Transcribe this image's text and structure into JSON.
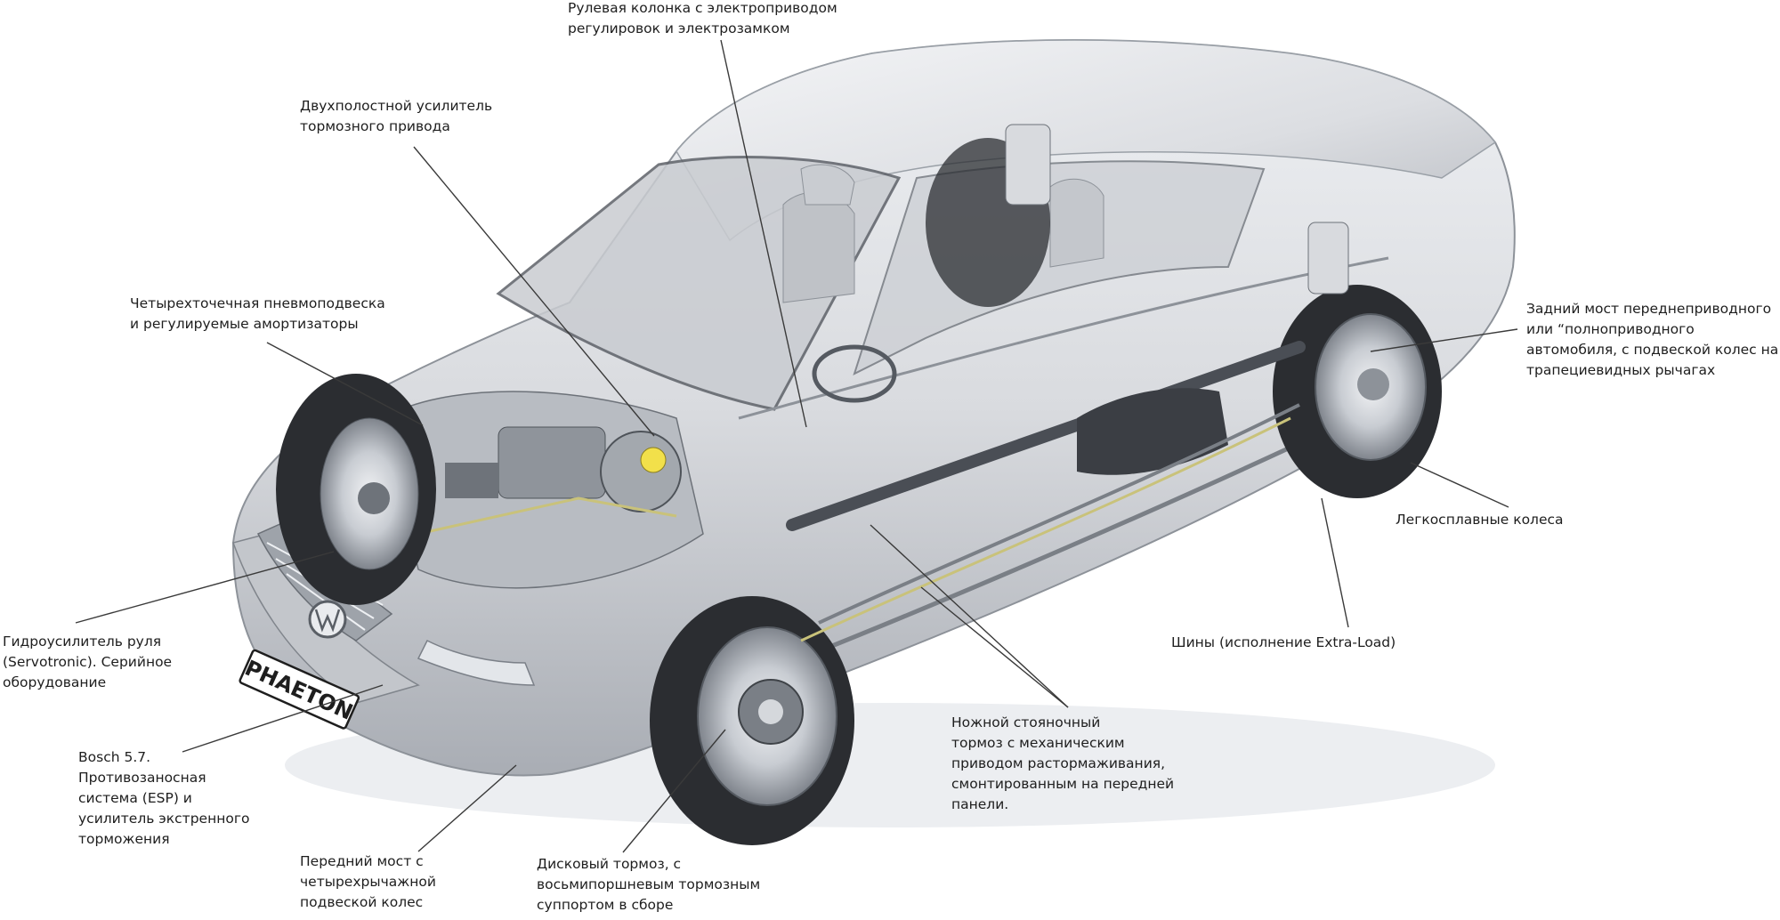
{
  "callouts": {
    "steering_column": "Рулевая колонка с электроприводом\nрегулировок и электрозамком",
    "brake_booster": "Двухполостной усилитель\nтормозного привода",
    "air_suspension": "Четырехточечная пневмоподвеска\nи регулируемые амортизаторы",
    "power_steering": "Гидроусилитель руля\n(Servotronic). Серийное\nоборудование",
    "esp": "Bosch 5.7.\nПротивозаносная\nсистема (ESP) и\nусилитель экстренного\nторможения",
    "front_axle": "Передний мост с\nчетырехрычажной\nподвеской колес",
    "disc_brake": "Дисковый тормоз, с\nвосьмипоршневым тормозным\nсуппортом в сборе",
    "parking_brake": "Ножной стояночный\nтормоз с механическим\nприводом растормаживания,\nсмонтированным на передней\nпанели.",
    "tyres": "Шины (исполнение Extra-Load)",
    "alloy_wheels": "Легкосплавные колеса",
    "rear_axle": "Задний мост переднеприводного\nили “полноприводного\nавтомобиля, с подвеской колес на\nтрапециевидных рычагах"
  },
  "plate_text": "PHAETON",
  "colors": {
    "body_silver": "#d9dbdf",
    "body_shadow": "#9ea3aa",
    "glass": "#c9ccd1",
    "tyre": "#2b2d31",
    "rim": "#c8ccd2",
    "wiring": "#c9c27a",
    "tank": "#3b3e44",
    "leader": "#3a3a3a",
    "text": "#1e1e1e"
  }
}
